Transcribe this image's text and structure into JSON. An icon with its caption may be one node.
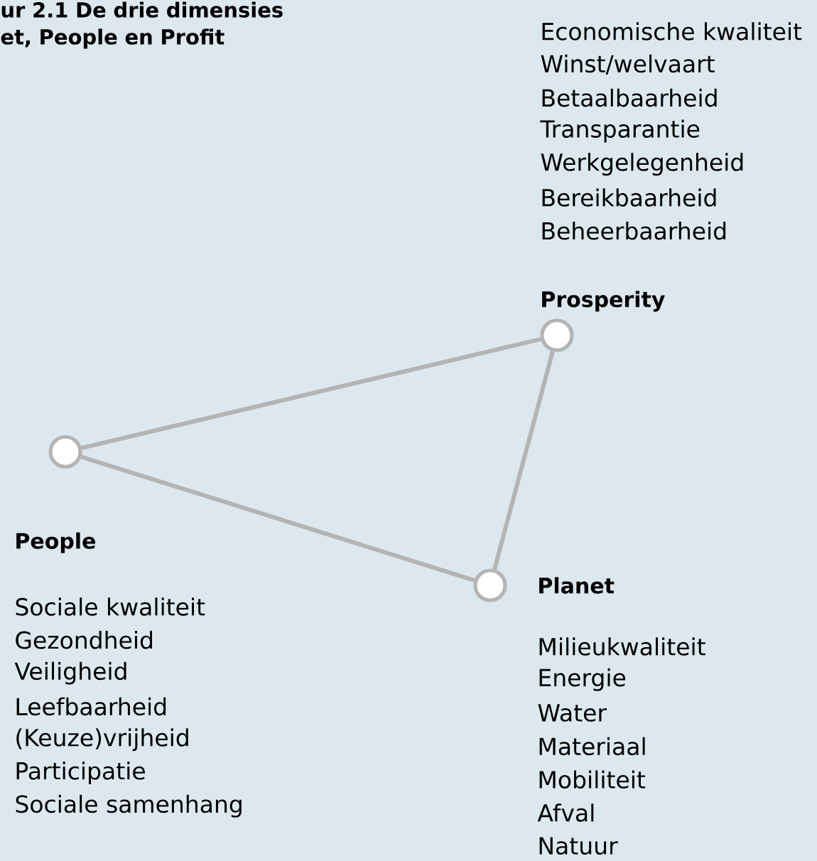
{
  "diagram": {
    "title": "ur 2.1 De drie dimensies et, People en Profit",
    "nodes": [
      {
        "text": [
          "Prosperity"
        ],
        "beside": [
          "Economische kwaliteit",
          "Winst/welvaart",
          "Betaalbaarheid",
          "Transparantie",
          "Werkgelegenheid",
          "Bereikbaarheid",
          "Beheerbaarheid"
        ]
      },
      {
        "text": [
          "People"
        ],
        "beside": [
          "Sociale kwaliteit",
          "Gezondheid",
          "Veiligheid",
          "Leefbaarheid",
          "(Keuze)vrijheid",
          "Participatie",
          "Sociale samenhang"
        ]
      },
      {
        "text": [
          "Planet"
        ],
        "beside": [
          "Milieukwaliteit",
          "Energie",
          "Water",
          "Materiaal",
          "Mobiliteit",
          "Afval",
          "Natuur"
        ]
      }
    ],
    "edges": [
      {
        "from": 1,
        "to": 0,
        "arrow": "none"
      },
      {
        "from": 0,
        "to": 2,
        "arrow": "none"
      },
      {
        "from": 2,
        "to": 1,
        "arrow": "none"
      }
    ]
  }
}
